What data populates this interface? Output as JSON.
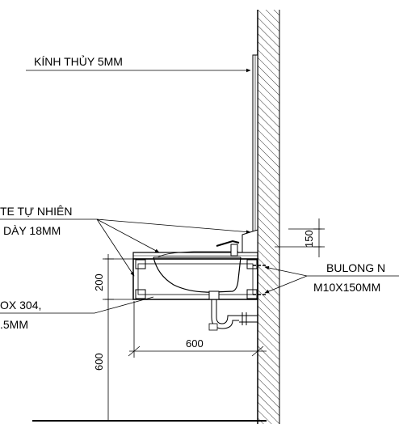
{
  "labels": {
    "glass": "KÍNH THỦY 5MM",
    "stone_line1": "TE TỰ NHIÊN",
    "stone_line2": "DÀY 18MM",
    "bolt_line1": "BULONG N",
    "bolt_line2": "M10X150MM",
    "inox_line1": "OX 304,",
    "inox_line2": ".5MM"
  },
  "dimensions": {
    "height_150": "150",
    "height_200": "200",
    "width_600": "600",
    "height_600": "600"
  }
}
